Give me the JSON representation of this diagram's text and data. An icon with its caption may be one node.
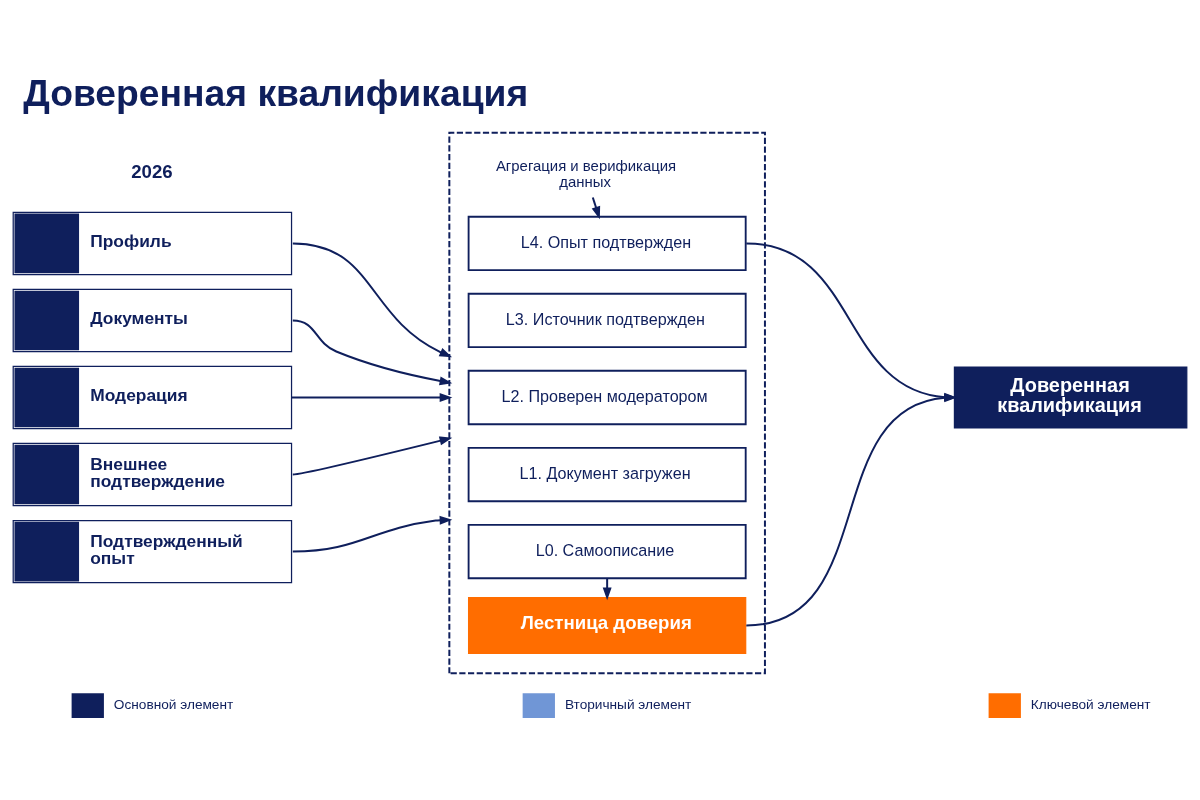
{
  "diagram": {
    "title": "Доверенная квалификация",
    "nodes": [
      {
        "text": [
          "Профиль"
        ]
      },
      {
        "text": [
          "Документы"
        ]
      },
      {
        "text": [
          "Модерация"
        ]
      },
      {
        "text": [
          "Внешнее подтверждение"
        ]
      },
      {
        "text": [
          "Подтвержденный опыт"
        ]
      },
      {
        "text": [],
        "shape": "box"
      },
      {
        "text": [
          "Агрегация и верификация данных"
        ],
        "in": 5
      },
      {
        "text": [
          "L4. Опыт подтвержден"
        ],
        "in": 5
      },
      {
        "text": [
          "L3. Источник подтвержден"
        ],
        "in": 5
      },
      {
        "text": [
          "L2. Проверен модератором"
        ],
        "in": 5
      },
      {
        "text": [
          "L1. Документ загружен"
        ],
        "in": 5
      },
      {
        "text": [
          "L0. Самоописание"
        ],
        "in": 5
      },
      {
        "text": [
          "Лестница доверия"
        ],
        "in": 5
      },
      {
        "text": [
          "Доверенная квалификация"
        ]
      }
    ],
    "edges": [
      {
        "from": 0,
        "to": 5,
        "arrow": "to"
      },
      {
        "from": 1,
        "to": 5,
        "arrow": "to"
      },
      {
        "from": 2,
        "to": 5,
        "arrow": "to"
      },
      {
        "from": 3,
        "to": 5,
        "arrow": "to"
      },
      {
        "from": 4,
        "to": 5,
        "arrow": "to"
      },
      {
        "from": 6,
        "to": 7,
        "arrow": "to"
      },
      {
        "from": 11,
        "to": 12,
        "arrow": "to"
      },
      {
        "from": 7,
        "to": 13,
        "arrow": "to"
      },
      {
        "from": 12,
        "to": 13,
        "arrow": "to"
      }
    ],
    "labels": [
      "2026"
    ],
    "legend": [
      {
        "text": "Основной элемент",
        "color": "#0f1f5c"
      },
      {
        "text": "Вторичный элемент",
        "color": "#7096d6"
      },
      {
        "text": "Ключевой элемент",
        "color": "#ff6d00"
      }
    ]
  }
}
